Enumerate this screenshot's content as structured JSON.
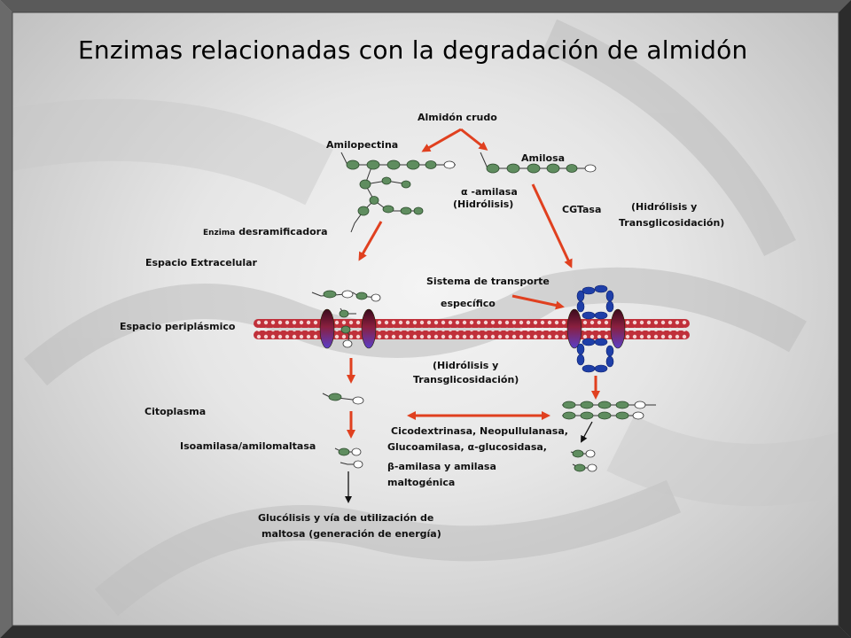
{
  "title": "Enzimas relacionadas con la degradación de almidón",
  "labels": {
    "almidon_crudo": "Almidón crudo",
    "amilopectina": "Amilopectina",
    "amilosa": "Amilosa",
    "alfa_amilasa": "α -amilasa",
    "hidrolisis": "(Hidrólisis)",
    "cgtasa": "CGTasa",
    "hidrolisis_y_1": "(Hidrólisis y",
    "transglicosidacion_1": "Transglicosidación)",
    "enzima_small": "Enzima",
    "desramificadora": "desramificadora",
    "espacio_extracelular": "Espacio Extracelular",
    "sistema_transporte_1": "Sistema de transporte",
    "sistema_transporte_2": "específico",
    "espacio_periplasmico": "Espacio periplásmico",
    "hidrolisis_y_2": "(Hidrólisis y",
    "transglicosidacion_2": "Transglicosidación)",
    "citoplasma": "Citoplasma",
    "enzimas_1": "Cicodextrinasa, Neopullulanasa,",
    "enzimas_2": "Glucoamilasa, α-glucosidasa,",
    "enzimas_3": "β-amilasa y amilasa",
    "enzimas_4": "maltogénica",
    "isoamilasa": "Isoamilasa/amilomaltasa",
    "glucolisis_1": "Glucólisis y vía de utilización de",
    "glucolisis_2": "maltosa (generación de energía)"
  },
  "colors": {
    "arrow": "#e0401f",
    "bead": "#5f8d5f",
    "membrane": "#c0303a",
    "ring": "#1f3fa8",
    "porter_top": "#4a1030",
    "porter_bottom": "#5a3ec8"
  }
}
